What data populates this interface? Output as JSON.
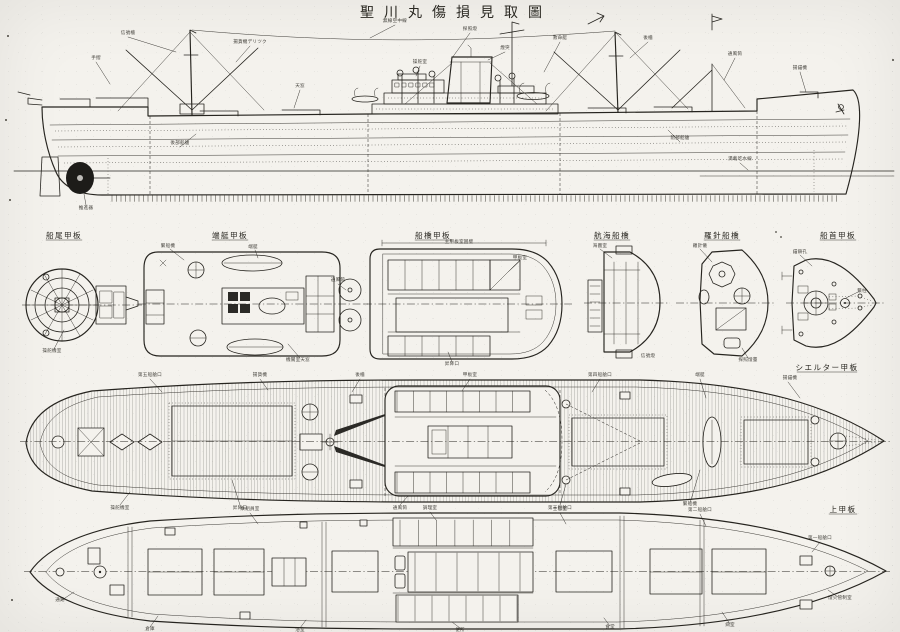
{
  "title": "聖川丸傷損見取圖",
  "colors": {
    "ink": "#26241f",
    "paper": "#f4f2ed"
  },
  "deck_plans": {
    "stern_platform": "船尾甲板",
    "boat_deck": "端艇甲板",
    "bridge_deck": "船橋甲板",
    "nav_bridge": "航海船橋",
    "compass_bridge": "羅針船橋",
    "forecastle": "船首甲板",
    "shelter_deck": "シエルター甲板",
    "upper_deck": "上甲板"
  },
  "annotations": {
    "profile": [
      "信號檣",
      "揚貨機デリツク",
      "無線空中線",
      "探照燈",
      "救命艇",
      "後檣",
      "通風筒",
      "揚錨機",
      "手摺",
      "天窓",
      "操舵室",
      "煙突",
      "後部船艙",
      "前部船艙",
      "満載吃水線",
      "推進器"
    ],
    "middle": [
      "操舵機室",
      "繋船機",
      "端艇",
      "機關室天窓",
      "主甲板室囲壁",
      "甲板室",
      "昇降口",
      "海圖室",
      "信號燈",
      "羅針儀",
      "探照燈臺",
      "錨鎖孔",
      "繋柱",
      "通風筒"
    ],
    "shelter": [
      "第五船艙口",
      "揚貨機",
      "後檣",
      "甲板室",
      "第四船艙口",
      "端艇",
      "揚錨機",
      "操舵機室",
      "昇降口",
      "通風筒",
      "第三船艙口",
      "繋船機"
    ],
    "upper": [
      "乘組員室",
      "調理室",
      "士官室",
      "第二船艙口",
      "倉庫",
      "浴室",
      "便所",
      "食堂",
      "病室",
      "通路",
      "第一船艙口",
      "燈火管制室"
    ]
  }
}
